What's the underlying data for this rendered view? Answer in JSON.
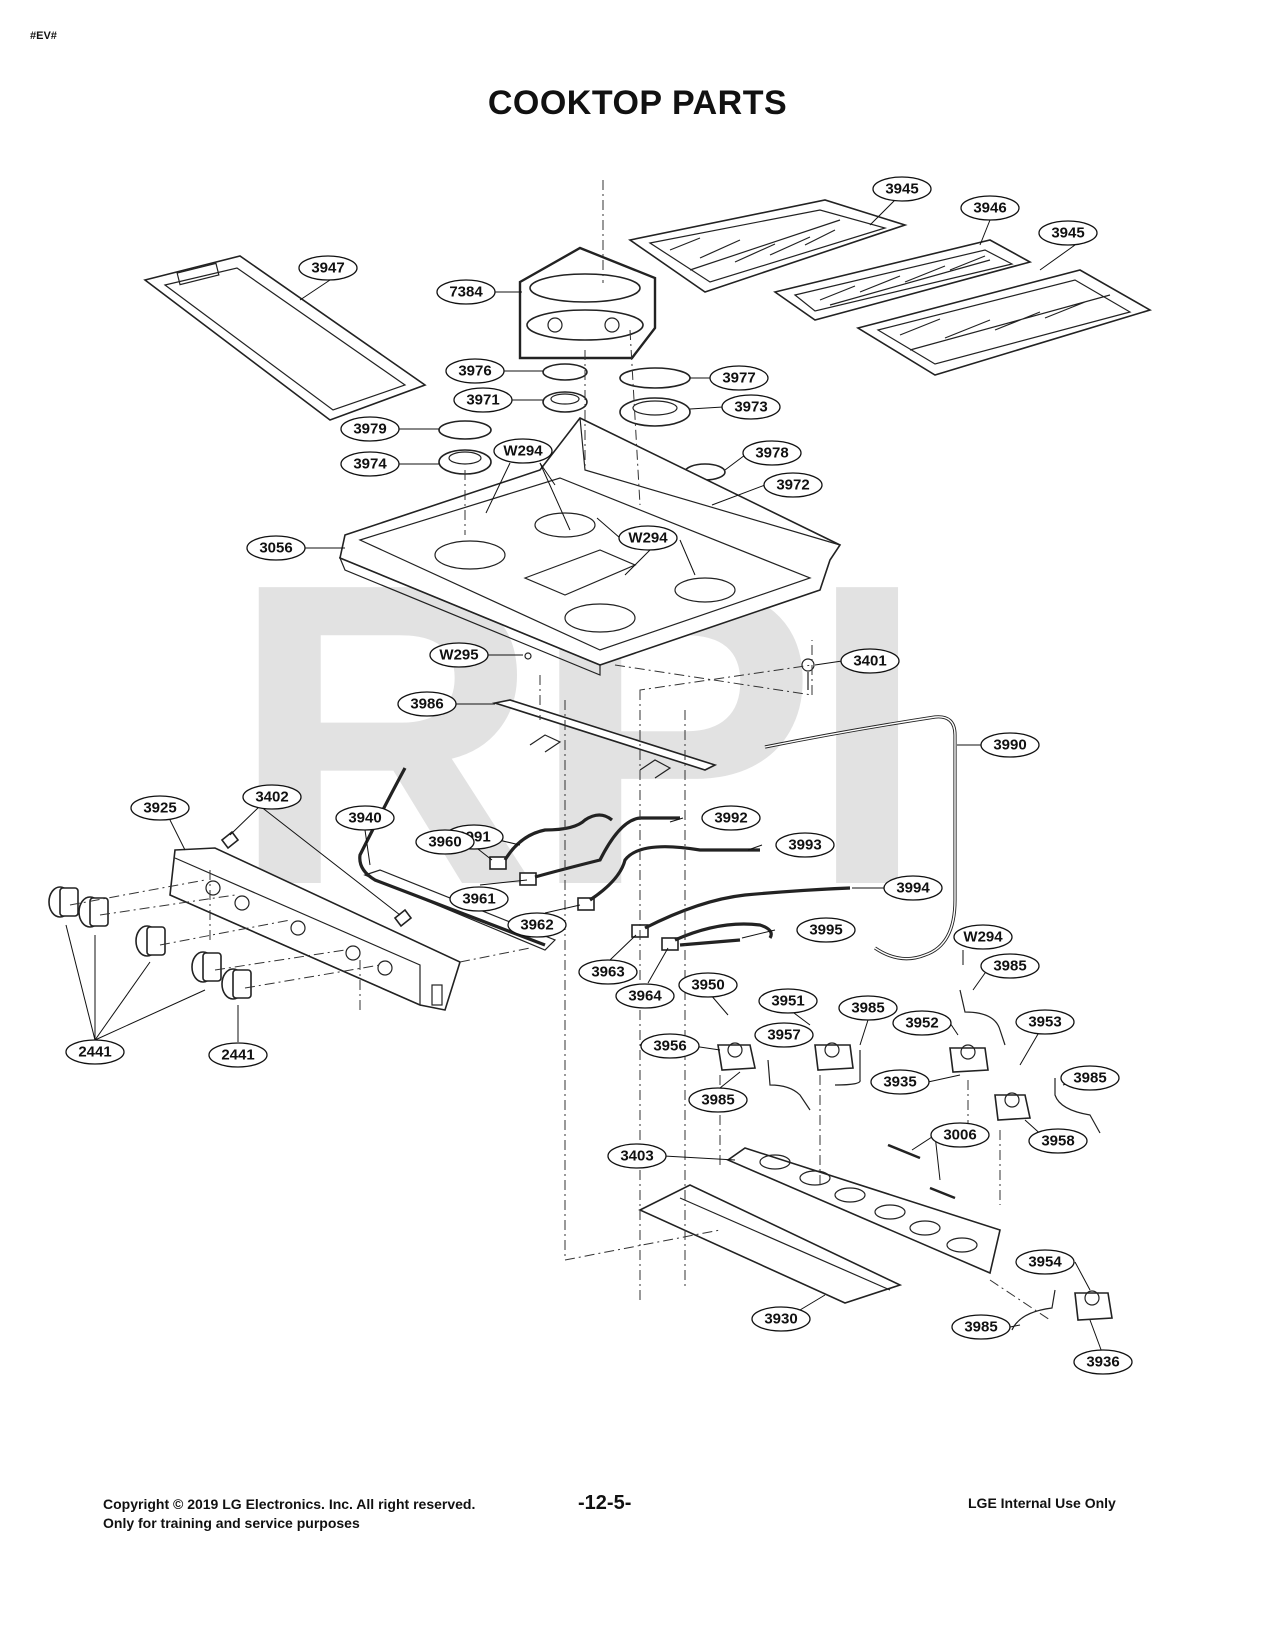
{
  "page": {
    "corner_tag": "#EV#",
    "title": "COOKTOP PARTS",
    "watermark": "RPI"
  },
  "footer": {
    "copyright": "Copyright © 2019 LG Electronics. Inc. All right reserved.",
    "note": "Only for training and service purposes",
    "page_number": "-12-5-",
    "internal": "LGE Internal Use Only"
  },
  "callouts": [
    {
      "id": "c-3945a",
      "label": "3945"
    },
    {
      "id": "c-3946",
      "label": "3946"
    },
    {
      "id": "c-3945b",
      "label": "3945"
    },
    {
      "id": "c-3947",
      "label": "3947"
    },
    {
      "id": "c-7384",
      "label": "7384"
    },
    {
      "id": "c-3976",
      "label": "3976"
    },
    {
      "id": "c-3977",
      "label": "3977"
    },
    {
      "id": "c-3971",
      "label": "3971"
    },
    {
      "id": "c-3973",
      "label": "3973"
    },
    {
      "id": "c-3979",
      "label": "3979"
    },
    {
      "id": "c-w294a",
      "label": "W294"
    },
    {
      "id": "c-3978",
      "label": "3978"
    },
    {
      "id": "c-3974",
      "label": "3974"
    },
    {
      "id": "c-3972",
      "label": "3972"
    },
    {
      "id": "c-w294b",
      "label": "W294"
    },
    {
      "id": "c-3056",
      "label": "3056"
    },
    {
      "id": "c-w295",
      "label": "W295"
    },
    {
      "id": "c-3401",
      "label": "3401"
    },
    {
      "id": "c-3986",
      "label": "3986"
    },
    {
      "id": "c-3990",
      "label": "3990"
    },
    {
      "id": "c-3925",
      "label": "3925"
    },
    {
      "id": "c-3402",
      "label": "3402"
    },
    {
      "id": "c-3940",
      "label": "3940"
    },
    {
      "id": "c-3991",
      "label": "3991"
    },
    {
      "id": "c-3992",
      "label": "3992"
    },
    {
      "id": "c-3960",
      "label": "3960"
    },
    {
      "id": "c-3993",
      "label": "3993"
    },
    {
      "id": "c-3961",
      "label": "3961"
    },
    {
      "id": "c-3994",
      "label": "3994"
    },
    {
      "id": "c-3962",
      "label": "3962"
    },
    {
      "id": "c-3995",
      "label": "3995"
    },
    {
      "id": "c-w294c",
      "label": "W294"
    },
    {
      "id": "c-3963",
      "label": "3963"
    },
    {
      "id": "c-3985a",
      "label": "3985"
    },
    {
      "id": "c-3964",
      "label": "3964"
    },
    {
      "id": "c-3950",
      "label": "3950"
    },
    {
      "id": "c-3951",
      "label": "3951"
    },
    {
      "id": "c-3985b",
      "label": "3985"
    },
    {
      "id": "c-3952",
      "label": "3952"
    },
    {
      "id": "c-3953",
      "label": "3953"
    },
    {
      "id": "c-3957",
      "label": "3957"
    },
    {
      "id": "c-3956",
      "label": "3956"
    },
    {
      "id": "c-3985c",
      "label": "3985"
    },
    {
      "id": "c-3935",
      "label": "3935"
    },
    {
      "id": "c-3985d",
      "label": "3985"
    },
    {
      "id": "c-3958",
      "label": "3958"
    },
    {
      "id": "c-3006",
      "label": "3006"
    },
    {
      "id": "c-2441a",
      "label": "2441"
    },
    {
      "id": "c-2441b",
      "label": "2441"
    },
    {
      "id": "c-3403",
      "label": "3403"
    },
    {
      "id": "c-3954",
      "label": "3954"
    },
    {
      "id": "c-3930",
      "label": "3930"
    },
    {
      "id": "c-3985e",
      "label": "3985"
    },
    {
      "id": "c-3936",
      "label": "3936"
    }
  ]
}
